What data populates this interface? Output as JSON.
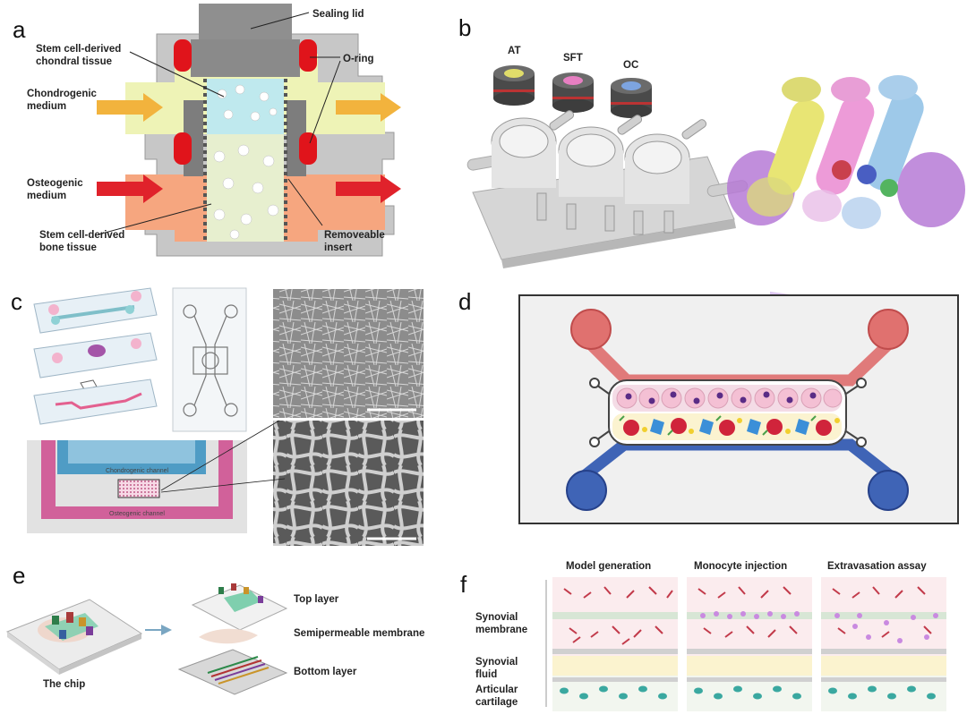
{
  "panels": {
    "a": {
      "letter": "a",
      "labels": {
        "sealing_lid": "Sealing lid",
        "chondral": [
          "Stem cell-derived",
          "chondral tissue"
        ],
        "o_ring": "O-ring",
        "chondro_medium": [
          "Chondrogenic",
          "medium"
        ],
        "osteo_medium": [
          "Osteogenic",
          "medium"
        ],
        "bone": [
          "Stem cell-derived",
          "bone tissue"
        ],
        "insert": [
          "Removeable",
          "insert"
        ]
      },
      "colors": {
        "chondro": "#eef3b6",
        "osteo": "#f5a27b",
        "oring": "#e0141b",
        "housing": "#c8c8c8",
        "lid": "#8a8a8a"
      }
    },
    "b": {
      "letter": "b",
      "caps": [
        "AT",
        "SFT",
        "OC"
      ],
      "cap_colors": [
        "#e0dc6a",
        "#e77fc2",
        "#7da4e0"
      ]
    },
    "c": {
      "letter": "c",
      "chondro_channel": "Chondrogenic channel",
      "osteo_channel": "Osteogenic channel"
    },
    "d": {
      "letter": "d",
      "colors": {
        "top": "#e0716f",
        "bottom": "#3f64b6"
      }
    },
    "e": {
      "letter": "e",
      "top_layer": "Top layer",
      "membrane": "Semipermeable membrane",
      "bottom_layer": "Bottom layer",
      "chip": "The chip"
    },
    "f": {
      "letter": "f",
      "columns": [
        "Model generation",
        "Monocyte injection",
        "Extravasation assay"
      ],
      "rows": {
        "synovial_membrane": [
          "Synovial",
          "membrane"
        ],
        "synovial_fluid": [
          "Synovial",
          "fluid"
        ],
        "cartilage": [
          "Articular",
          "cartilage"
        ]
      }
    }
  }
}
